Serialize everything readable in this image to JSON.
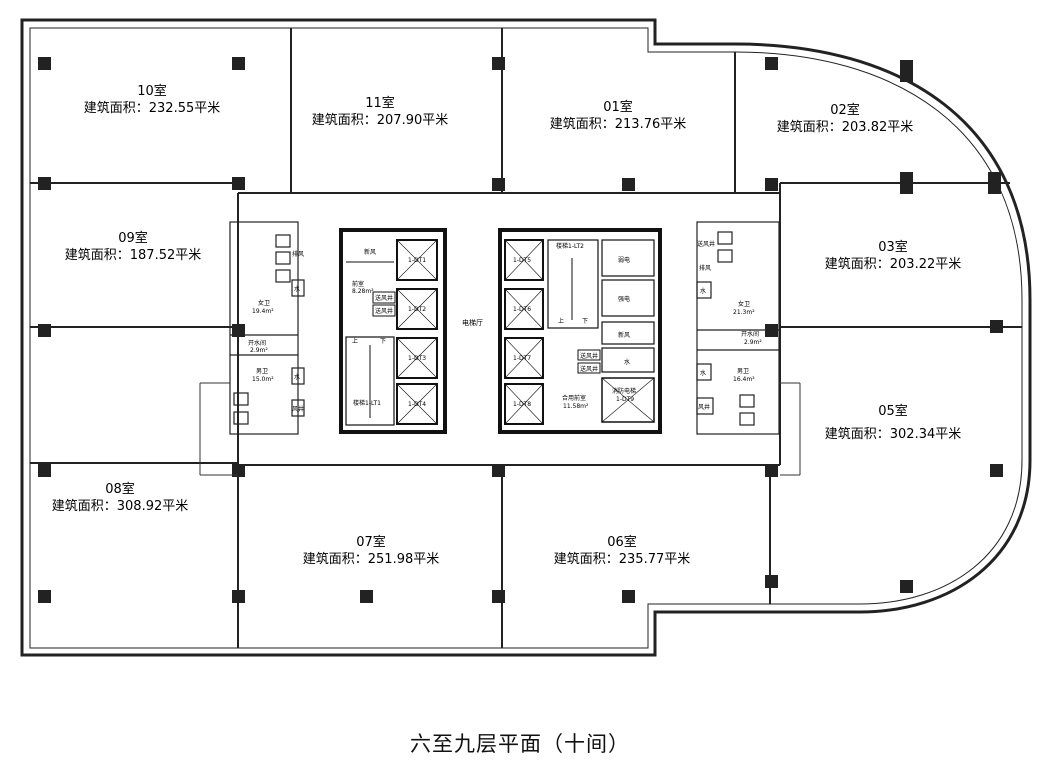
{
  "caption": "六至九层平面（十间）",
  "rooms": [
    {
      "id": "10",
      "name": "10室",
      "area": "建筑面积：232.55平米"
    },
    {
      "id": "11",
      "name": "11室",
      "area": "建筑面积：207.90平米"
    },
    {
      "id": "01",
      "name": "01室",
      "area": "建筑面积：213.76平米"
    },
    {
      "id": "02",
      "name": "02室",
      "area": "建筑面积：203.82平米"
    },
    {
      "id": "09",
      "name": "09室",
      "area": "建筑面积：187.52平米"
    },
    {
      "id": "03",
      "name": "03室",
      "area": "建筑面积：203.22平米"
    },
    {
      "id": "05",
      "name": "05室",
      "area": "建筑面积：302.34平米"
    },
    {
      "id": "08",
      "name": "08室",
      "area": "建筑面积：308.92平米"
    },
    {
      "id": "07",
      "name": "07室",
      "area": "建筑面积：251.98平米"
    },
    {
      "id": "06",
      "name": "06室",
      "area": "建筑面积：235.77平米"
    }
  ],
  "core": {
    "lobby": "电梯厅",
    "left_stair": "楼梯1-LT1",
    "right_stair": "楼梯1-LT2",
    "fresh_air": "新风",
    "fresh_air_2": "新风",
    "front_room": "前室",
    "front_room_area": "8.28m²",
    "shared_front_room": "合用前室",
    "shared_front_room_area": "11.58m²",
    "smoke_shaft_a": "送风井",
    "smoke_shaft_b": "送风井",
    "smoke_shaft_c": "送风井",
    "smoke_shaft_d": "送风井",
    "weak_elec": "弱电",
    "strong_elec": "强电",
    "water": "水",
    "fire_lift": "消防电梯",
    "fire_lift_id": "1-DT9",
    "up": "上",
    "down": "下",
    "elevators_left": [
      "1-DT1",
      "1-DT2",
      "1-DT3",
      "1-DT4"
    ],
    "elevators_right": [
      "1-DT5",
      "1-DT6",
      "1-DT7",
      "1-DT8"
    ]
  },
  "wc_left": {
    "female": "女卫",
    "female_area": "19.4m²",
    "boiler": "开水间",
    "boiler_area": "2.9m²",
    "male": "男卫",
    "male_area": "15.0m²",
    "water": "水",
    "water_2": "水",
    "exhaust": "排风",
    "air_shaft": "风井"
  },
  "wc_right": {
    "female": "女卫",
    "female_area": "21.3m²",
    "boiler": "开水间",
    "boiler_area": "2.9m²",
    "male": "男卫",
    "male_area": "16.4m²",
    "water": "水",
    "water_2": "水",
    "exhaust": "排风",
    "air_shaft": "风井",
    "fresh": "送风井"
  }
}
